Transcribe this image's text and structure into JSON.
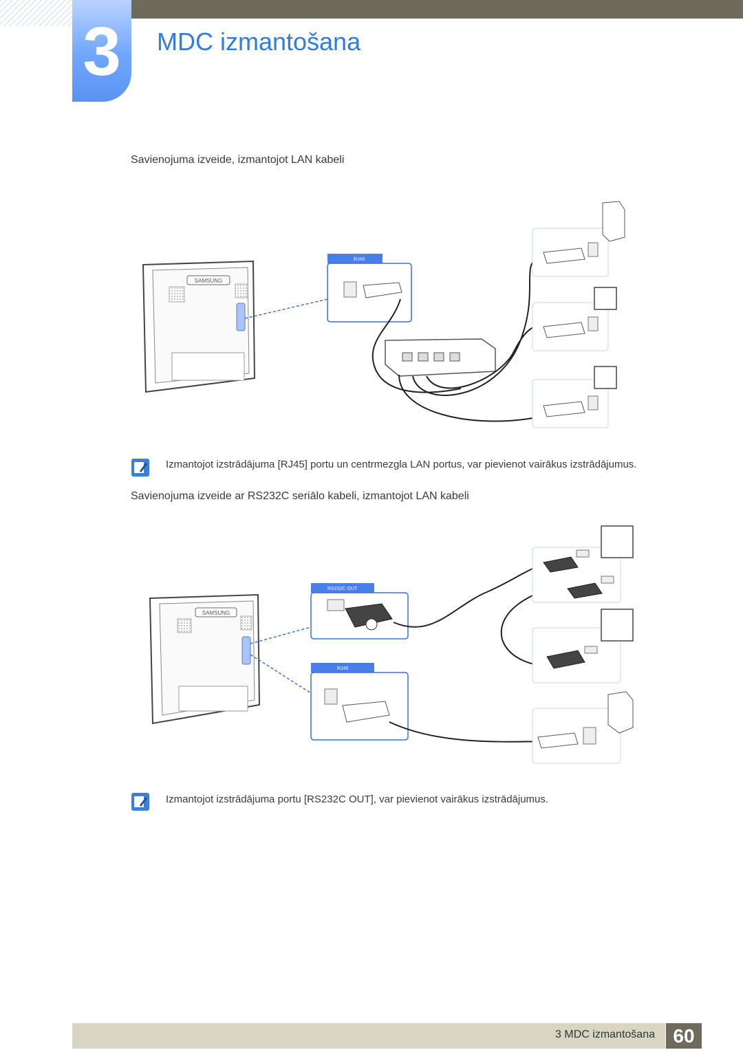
{
  "header": {
    "chapter_number": "3",
    "chapter_title": "MDC izmantošana"
  },
  "section1": {
    "heading": "Savienojuma izveide, izmantojot LAN kabeli",
    "port_label": "RJ45",
    "note": "Izmantojot izstrādājuma [RJ45] portu un centrmezgla LAN portus, var pievienot vairākus izstrādājumus."
  },
  "section2": {
    "heading": "Savienojuma izveide ar RS232C seriālo kabeli, izmantojot LAN kabeli",
    "port_label_serial": "RS232C OUT",
    "port_label_lan": "RJ45",
    "note": "Izmantojot izstrādājuma portu [RS232C OUT], var pievienot vairākus izstrādājumus."
  },
  "logo_text": "SAMSUNG",
  "footer": {
    "section_label": "3 MDC izmantošana",
    "page_number": "60"
  },
  "icons": [
    "note-icon"
  ],
  "colors": {
    "accent": "#2f7de1",
    "header_bar": "#6e6a5c",
    "footer_bar": "#d9d5c3"
  }
}
